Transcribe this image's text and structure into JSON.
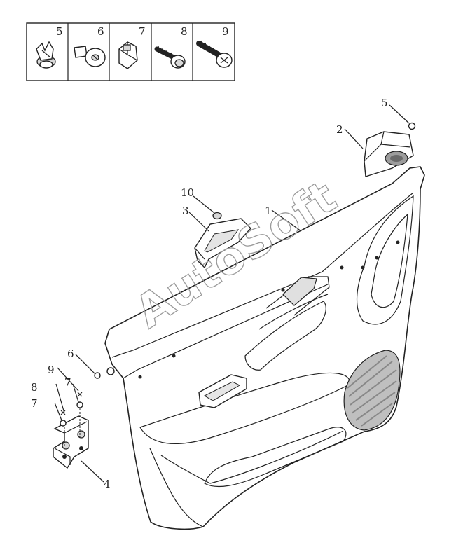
{
  "watermark": "AutoSoft",
  "fastener_table": {
    "cells": [
      {
        "number": "5",
        "icon": "push-clip-icon"
      },
      {
        "number": "6",
        "icon": "plastic-rivet-icon"
      },
      {
        "number": "7",
        "icon": "clip-nut-icon"
      },
      {
        "number": "8",
        "icon": "flange-screw-icon"
      },
      {
        "number": "9",
        "icon": "tapping-screw-icon"
      }
    ]
  },
  "callouts": [
    {
      "id": "1",
      "label": "1"
    },
    {
      "id": "2",
      "label": "2"
    },
    {
      "id": "3",
      "label": "3"
    },
    {
      "id": "4",
      "label": "4"
    },
    {
      "id": "5",
      "label": "5"
    },
    {
      "id": "6",
      "label": "6"
    },
    {
      "id": "7a",
      "label": "7"
    },
    {
      "id": "7b",
      "label": "7"
    },
    {
      "id": "8",
      "label": "8"
    },
    {
      "id": "9",
      "label": "9"
    },
    {
      "id": "10",
      "label": "10"
    }
  ]
}
